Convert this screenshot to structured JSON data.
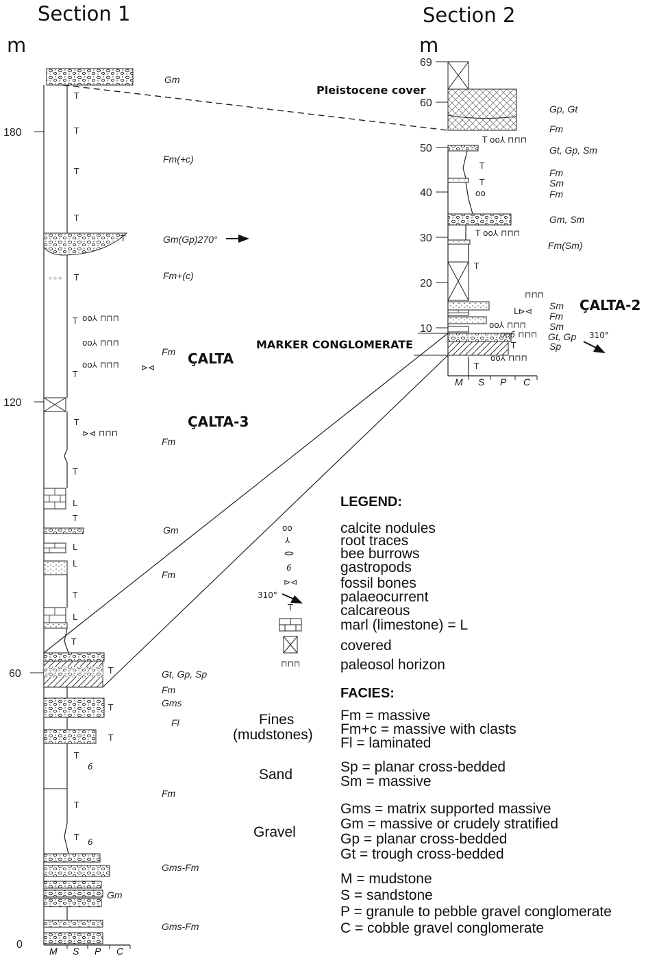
{
  "section1": {
    "title": "Section 1",
    "unit": "m",
    "ticks": [
      "180",
      "120",
      "60",
      "0"
    ],
    "facies": [
      "Gm",
      "Fm(+c)",
      "Gm(Gp)270°",
      "Fm+(c)",
      "Fm",
      "Fm",
      "Gm",
      "Fm",
      "Gt, Gp, Sp",
      "Fm",
      "Gms",
      "Fl",
      "Fm",
      "Gms-Fm",
      "Gm",
      "Gms-Fm"
    ],
    "site_labels": [
      "ÇALTA",
      "ÇALTA-3"
    ],
    "axis": [
      "M",
      "S",
      "P",
      "C"
    ]
  },
  "section2": {
    "title": "Section 2",
    "unit": "m",
    "ticks": [
      "69",
      "60",
      "50",
      "40",
      "30",
      "20",
      "10"
    ],
    "cover_label": "Pleistocene cover",
    "facies": [
      "Gp, Gt",
      "Fm",
      "Gt, Gp, Sm",
      "Fm",
      "Sm",
      "Fm",
      "Gm, Sm",
      "Fm(Sm)",
      "Sm",
      "Fm",
      "Sm",
      "Gt, Gp",
      "Sp"
    ],
    "site_label": "ÇALTA-2",
    "palaeocurrent": "310°",
    "axis": [
      "M",
      "S",
      "P",
      "C"
    ]
  },
  "marker_label": "MARKER CONGLOMERATE",
  "legend": {
    "title": "LEGEND:",
    "items": [
      "calcite nodules",
      "root traces",
      "bee burrows",
      "gastropods",
      "fossil bones",
      "palaeocurrent",
      "calcareous",
      "marl (limestone) = L",
      "covered",
      "paleosol horizon"
    ],
    "palaeocurrent_value": "310°"
  },
  "facies_key": {
    "title": "FACIES:",
    "groups": [
      {
        "name_line1": "Fines",
        "name_line2": "(mudstones)",
        "items": [
          "Fm = massive",
          "Fm+c = massive with clasts",
          "Fl = laminated"
        ]
      },
      {
        "name_line1": "Sand",
        "name_line2": "",
        "items": [
          "Sp = planar cross-bedded",
          "Sm = massive"
        ]
      },
      {
        "name_line1": "Gravel",
        "name_line2": "",
        "items": [
          "Gms = matrix supported massive",
          "Gm = massive or crudely stratified",
          "Gp = planar cross-bedded",
          "Gt = trough cross-bedded"
        ]
      }
    ],
    "grain_sizes": [
      "M = mudstone",
      "S = sandstone",
      "P = granule to pebble gravel conglomerate",
      "C = cobble gravel conglomerate"
    ]
  },
  "colors": {
    "ink": "#111111",
    "background": "#ffffff"
  }
}
